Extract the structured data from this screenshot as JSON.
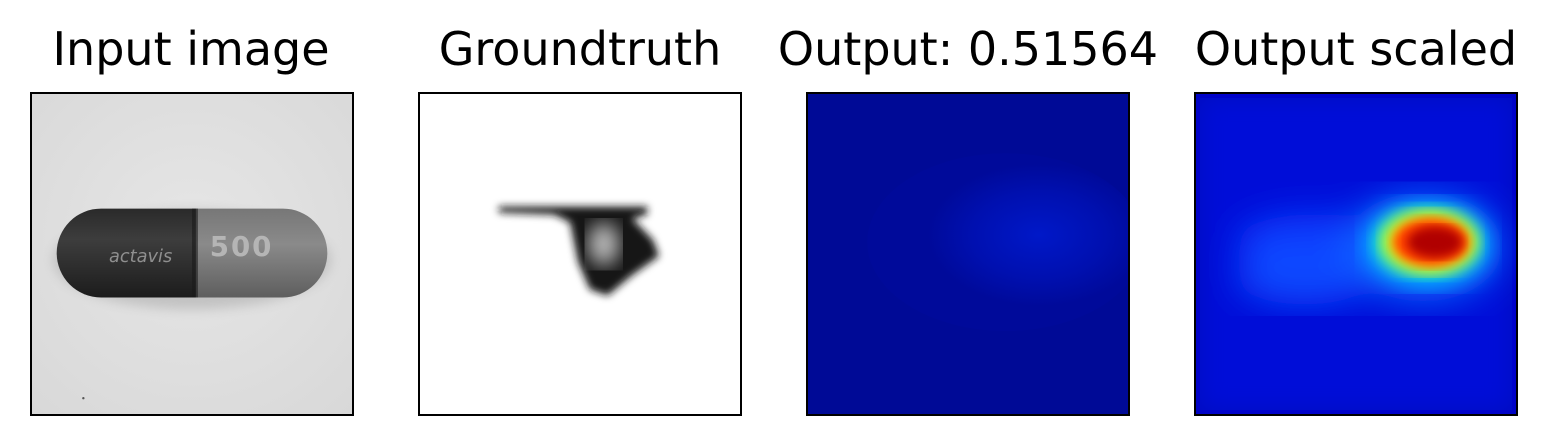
{
  "figure": {
    "panels": [
      {
        "title": "Input image",
        "content": "grayscale-capsule-photo",
        "capsule_text": [
          "actavis",
          "500"
        ]
      },
      {
        "title": "Groundtruth",
        "content": "defect-mask"
      },
      {
        "title": "Output: 0.51564",
        "content": "unscaled-heatmap"
      },
      {
        "title": "Output scaled",
        "content": "scaled-heatmap"
      }
    ],
    "colormap": "jet"
  }
}
